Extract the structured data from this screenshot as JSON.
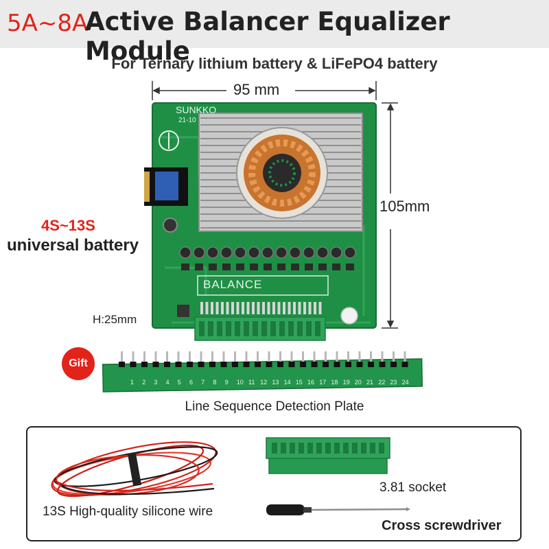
{
  "header": {
    "current_range": "5A~8A",
    "title": "Active Balancer Equalizer Module"
  },
  "subtitle": "For Ternary lithium battery & LiFePO4  battery",
  "dimensions": {
    "width": "95 mm",
    "height": "105mm",
    "thickness": "H:25mm"
  },
  "battery_support": {
    "range": "4S~13S",
    "label": "universal battery"
  },
  "board": {
    "brand": "SUNKKO",
    "code": "21-10",
    "silkscreen": "BALANCE"
  },
  "gift": {
    "badge": "Gift",
    "caption": "Line Sequence Detection Plate",
    "plate_numbers": [
      "1",
      "2",
      "3",
      "4",
      "5",
      "6",
      "7",
      "8",
      "9",
      "10",
      "11",
      "12",
      "13",
      "14",
      "15",
      "16",
      "17",
      "18",
      "19",
      "20",
      "21",
      "22",
      "23",
      "24"
    ]
  },
  "accessories": {
    "wire": "13S High-quality silicone wire",
    "socket": "3.81 socket",
    "screwdriver": "Cross screwdriver"
  },
  "colors": {
    "accent_red": "#e2231a",
    "pcb_green": "#1f8f46",
    "terminal_green": "#2fa35a",
    "heatsink_silver": "#c9c9c9",
    "copper": "#c8742e"
  }
}
